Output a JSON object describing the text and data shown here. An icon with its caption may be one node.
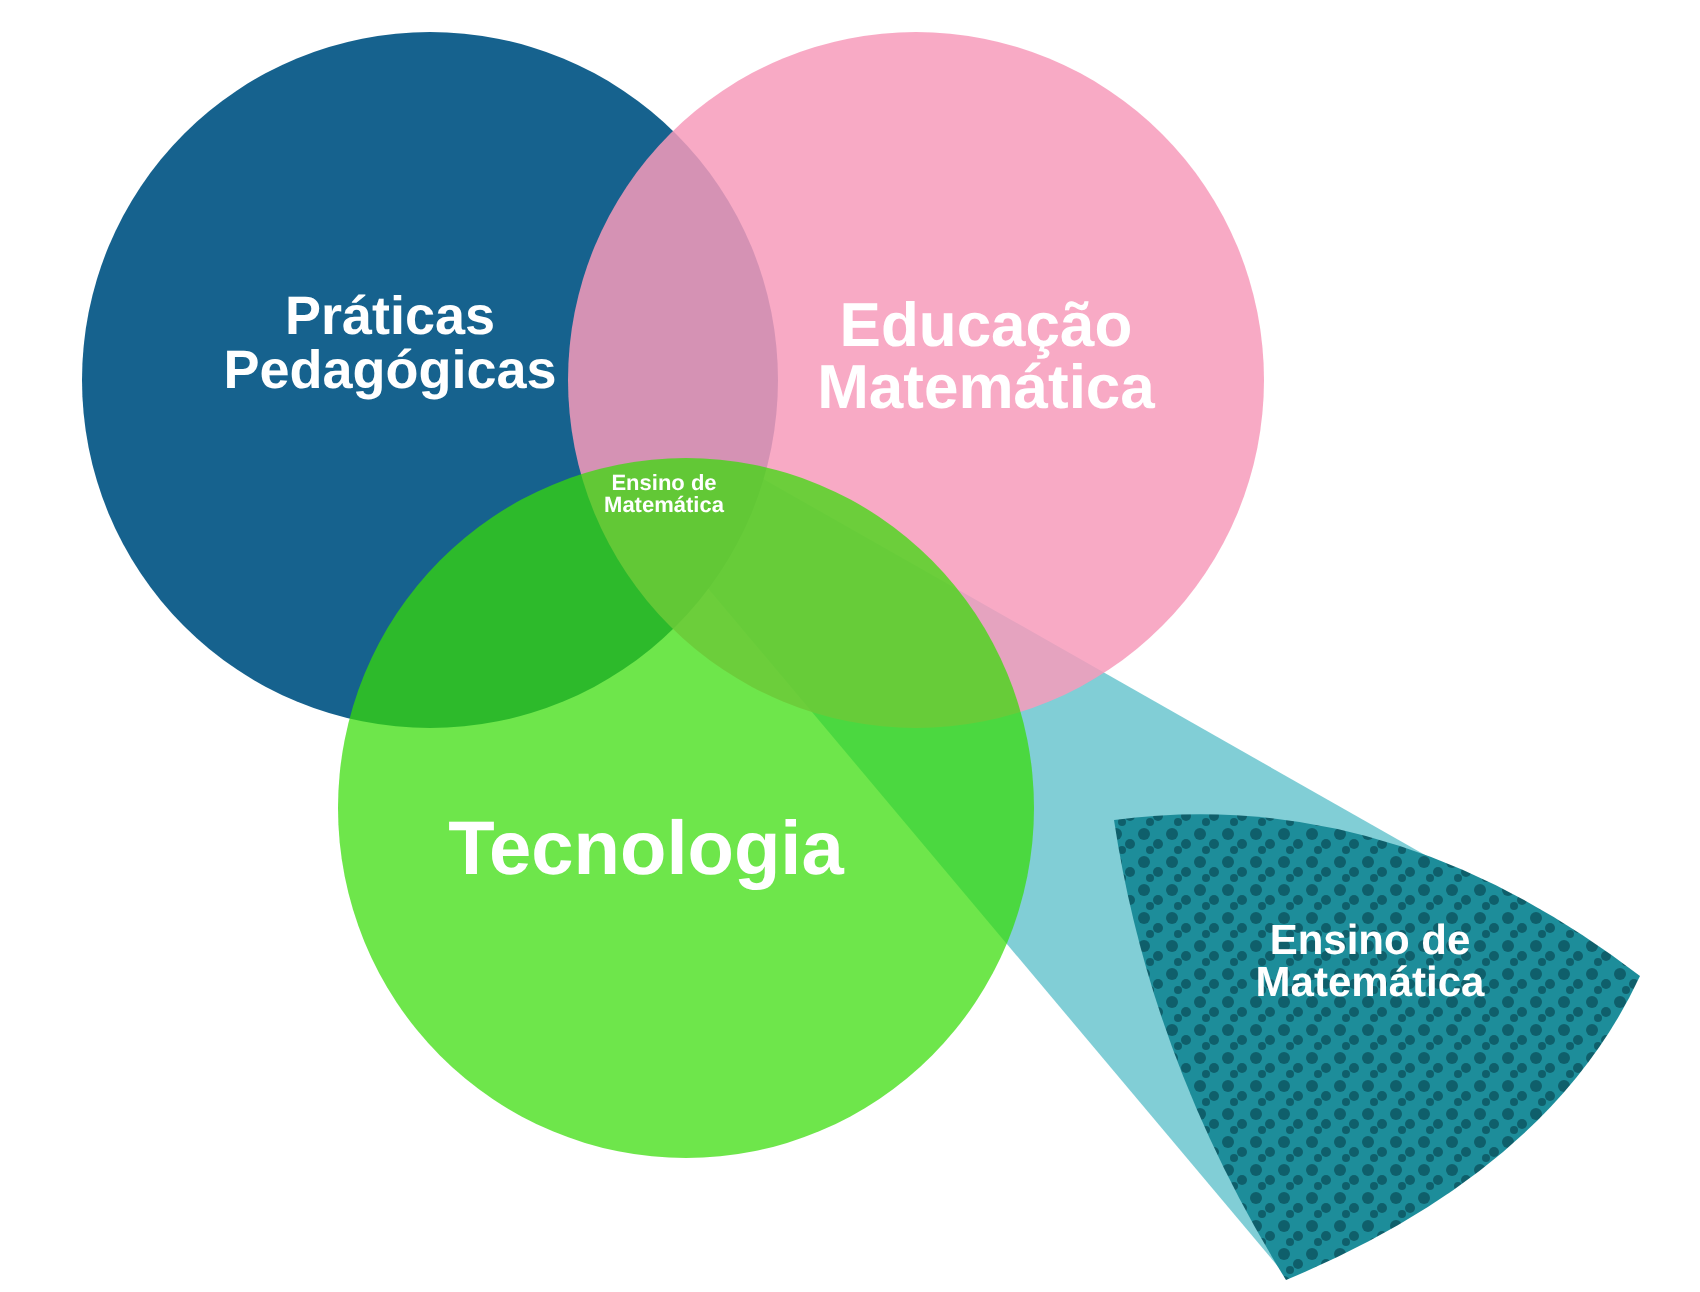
{
  "diagram": {
    "nodes": [
      {
        "text": [
          "Práticas Pedagógicas"
        ]
      },
      {
        "text": [
          "Educação Matemática"
        ]
      },
      {
        "text": [
          "Tecnologia"
        ]
      },
      {
        "text": [
          "Ensino de Matemática"
        ]
      },
      {
        "text": [
          "Ensino de Matemática"
        ]
      }
    ],
    "edges": [
      {
        "from": 3,
        "to": 4,
        "arrow": "none"
      }
    ]
  }
}
